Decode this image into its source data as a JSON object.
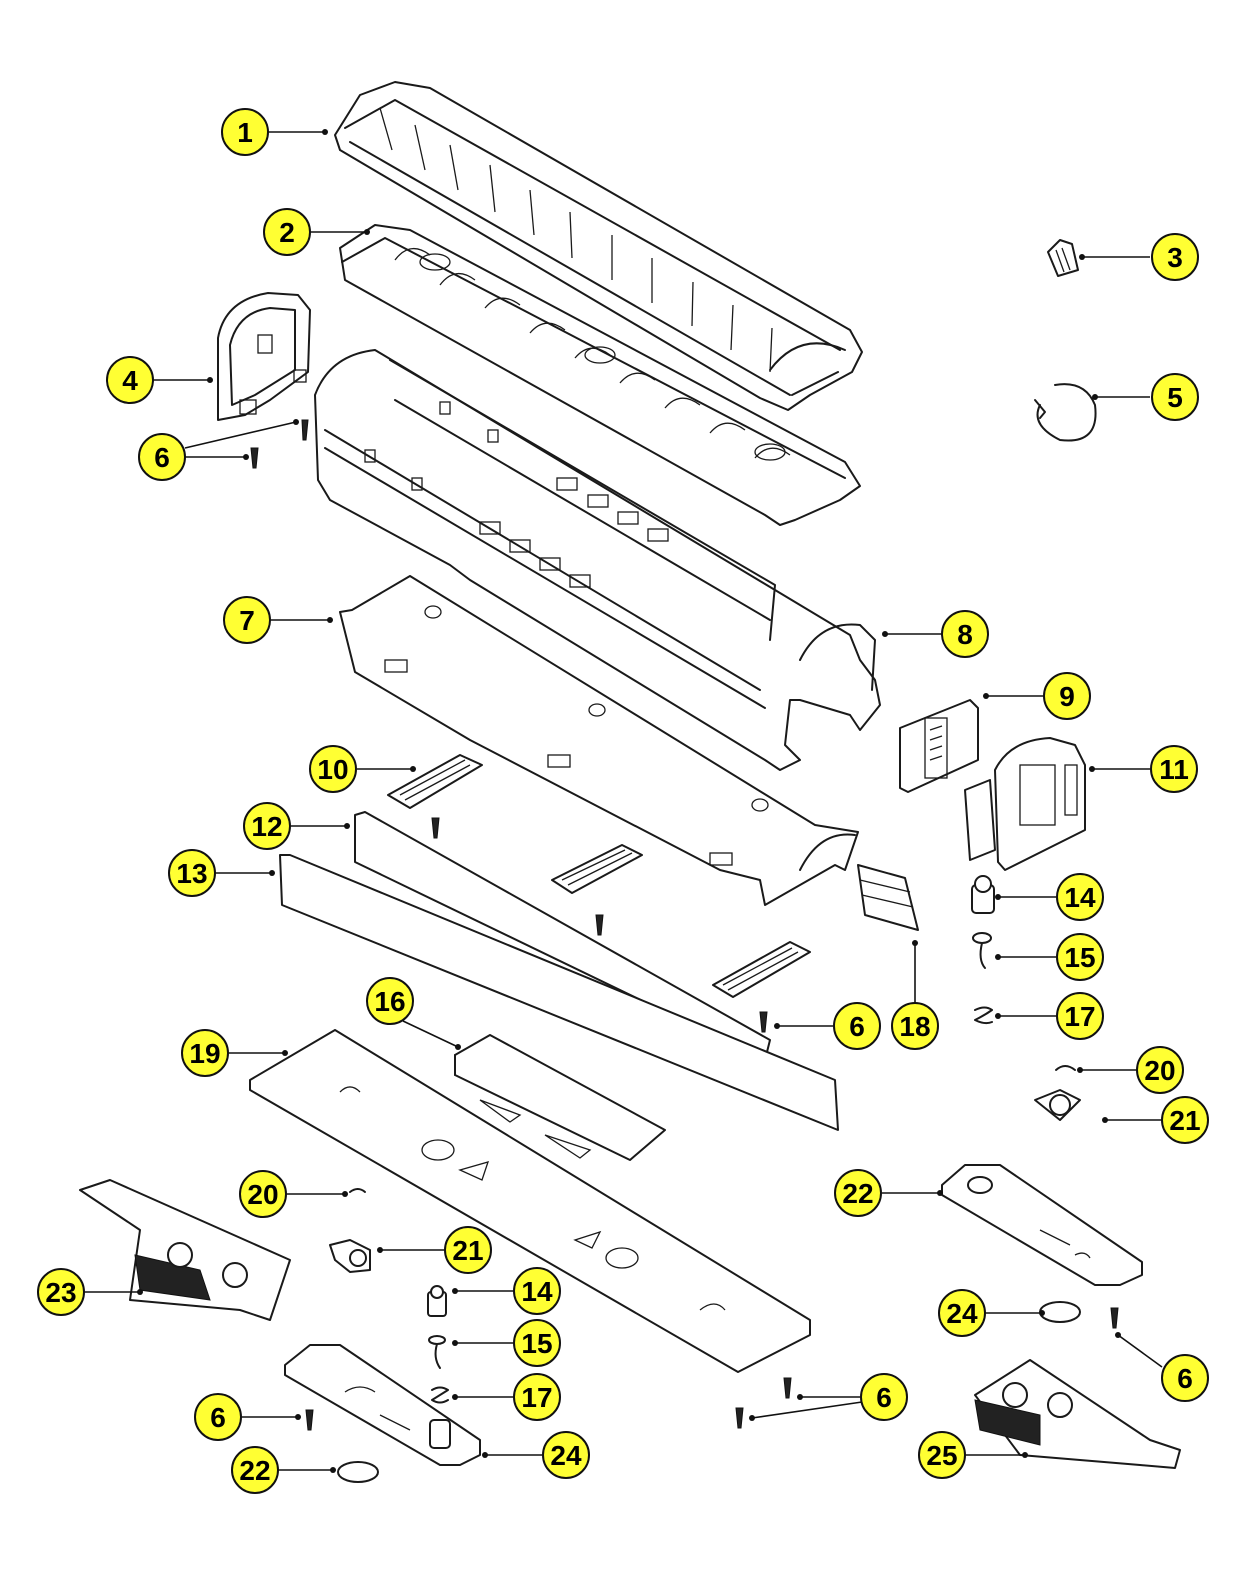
{
  "colors": {
    "callout_fill": "#ffff33",
    "line": "#1a1a1a",
    "background": "#ffffff"
  },
  "callouts": [
    {
      "label": "1"
    },
    {
      "label": "2"
    },
    {
      "label": "3"
    },
    {
      "label": "4"
    },
    {
      "label": "5"
    },
    {
      "label": "6"
    },
    {
      "label": "7"
    },
    {
      "label": "8"
    },
    {
      "label": "9"
    },
    {
      "label": "10"
    },
    {
      "label": "11"
    },
    {
      "label": "12"
    },
    {
      "label": "13"
    },
    {
      "label": "14"
    },
    {
      "label": "15"
    },
    {
      "label": "17"
    },
    {
      "label": "6"
    },
    {
      "label": "18"
    },
    {
      "label": "16"
    },
    {
      "label": "19"
    },
    {
      "label": "20"
    },
    {
      "label": "21"
    },
    {
      "label": "22"
    },
    {
      "label": "20"
    },
    {
      "label": "21"
    },
    {
      "label": "23"
    },
    {
      "label": "14"
    },
    {
      "label": "24"
    },
    {
      "label": "6"
    },
    {
      "label": "15"
    },
    {
      "label": "6"
    },
    {
      "label": "17"
    },
    {
      "label": "6"
    },
    {
      "label": "24"
    },
    {
      "label": "22"
    },
    {
      "label": "25"
    }
  ]
}
